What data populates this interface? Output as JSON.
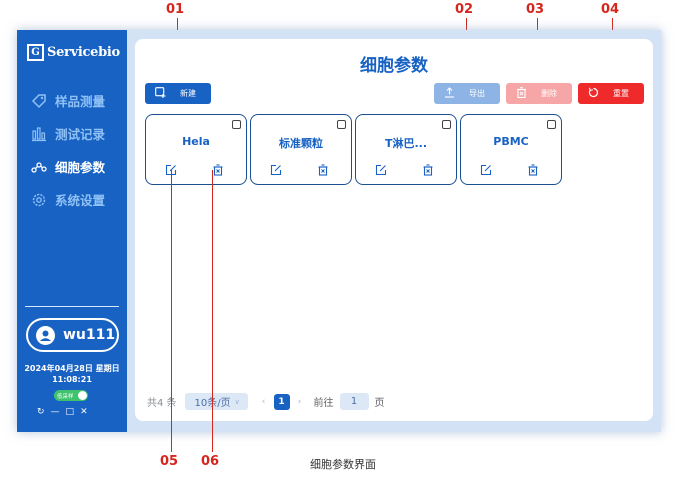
{
  "callouts": [
    "01",
    "02",
    "03",
    "04",
    "05",
    "06"
  ],
  "sidebar": {
    "logo_mark": "G",
    "logo_text": "Servicebio",
    "items": [
      {
        "label": "样品测量",
        "icon": "tag-icon",
        "active": false
      },
      {
        "label": "测试记录",
        "icon": "bar-chart-icon",
        "active": false
      },
      {
        "label": "细胞参数",
        "icon": "share-nodes-icon",
        "active": true
      },
      {
        "label": "系统设置",
        "icon": "gear-icon",
        "active": false
      }
    ],
    "username": "wu111",
    "date": "2024年04月28日 星期日",
    "time": "11:08:21",
    "toggle_label": "低采样",
    "window_controls": [
      "↻",
      "—",
      "□",
      "✕"
    ]
  },
  "main": {
    "title": "细胞参数",
    "toolbar": {
      "new_label": "新建",
      "export_label": "导出",
      "delete_label": "删除",
      "reset_label": "重置"
    },
    "cards": [
      {
        "title": "Hela"
      },
      {
        "title": "标准颗粒"
      },
      {
        "title": "T淋巴..."
      },
      {
        "title": "PBMC"
      }
    ],
    "pagination": {
      "total": "共4 条",
      "page_size": "10条/页",
      "current_page": "1",
      "goto_label": "前往",
      "goto_value": "1",
      "page_unit": "页"
    }
  },
  "caption": "细胞参数界面",
  "colors": {
    "primary": "#1862c4",
    "callout": "#d4261d",
    "reset": "#ee2a2a",
    "delete_disabled": "#f6a6a6",
    "export_disabled": "#8eb4e6"
  }
}
